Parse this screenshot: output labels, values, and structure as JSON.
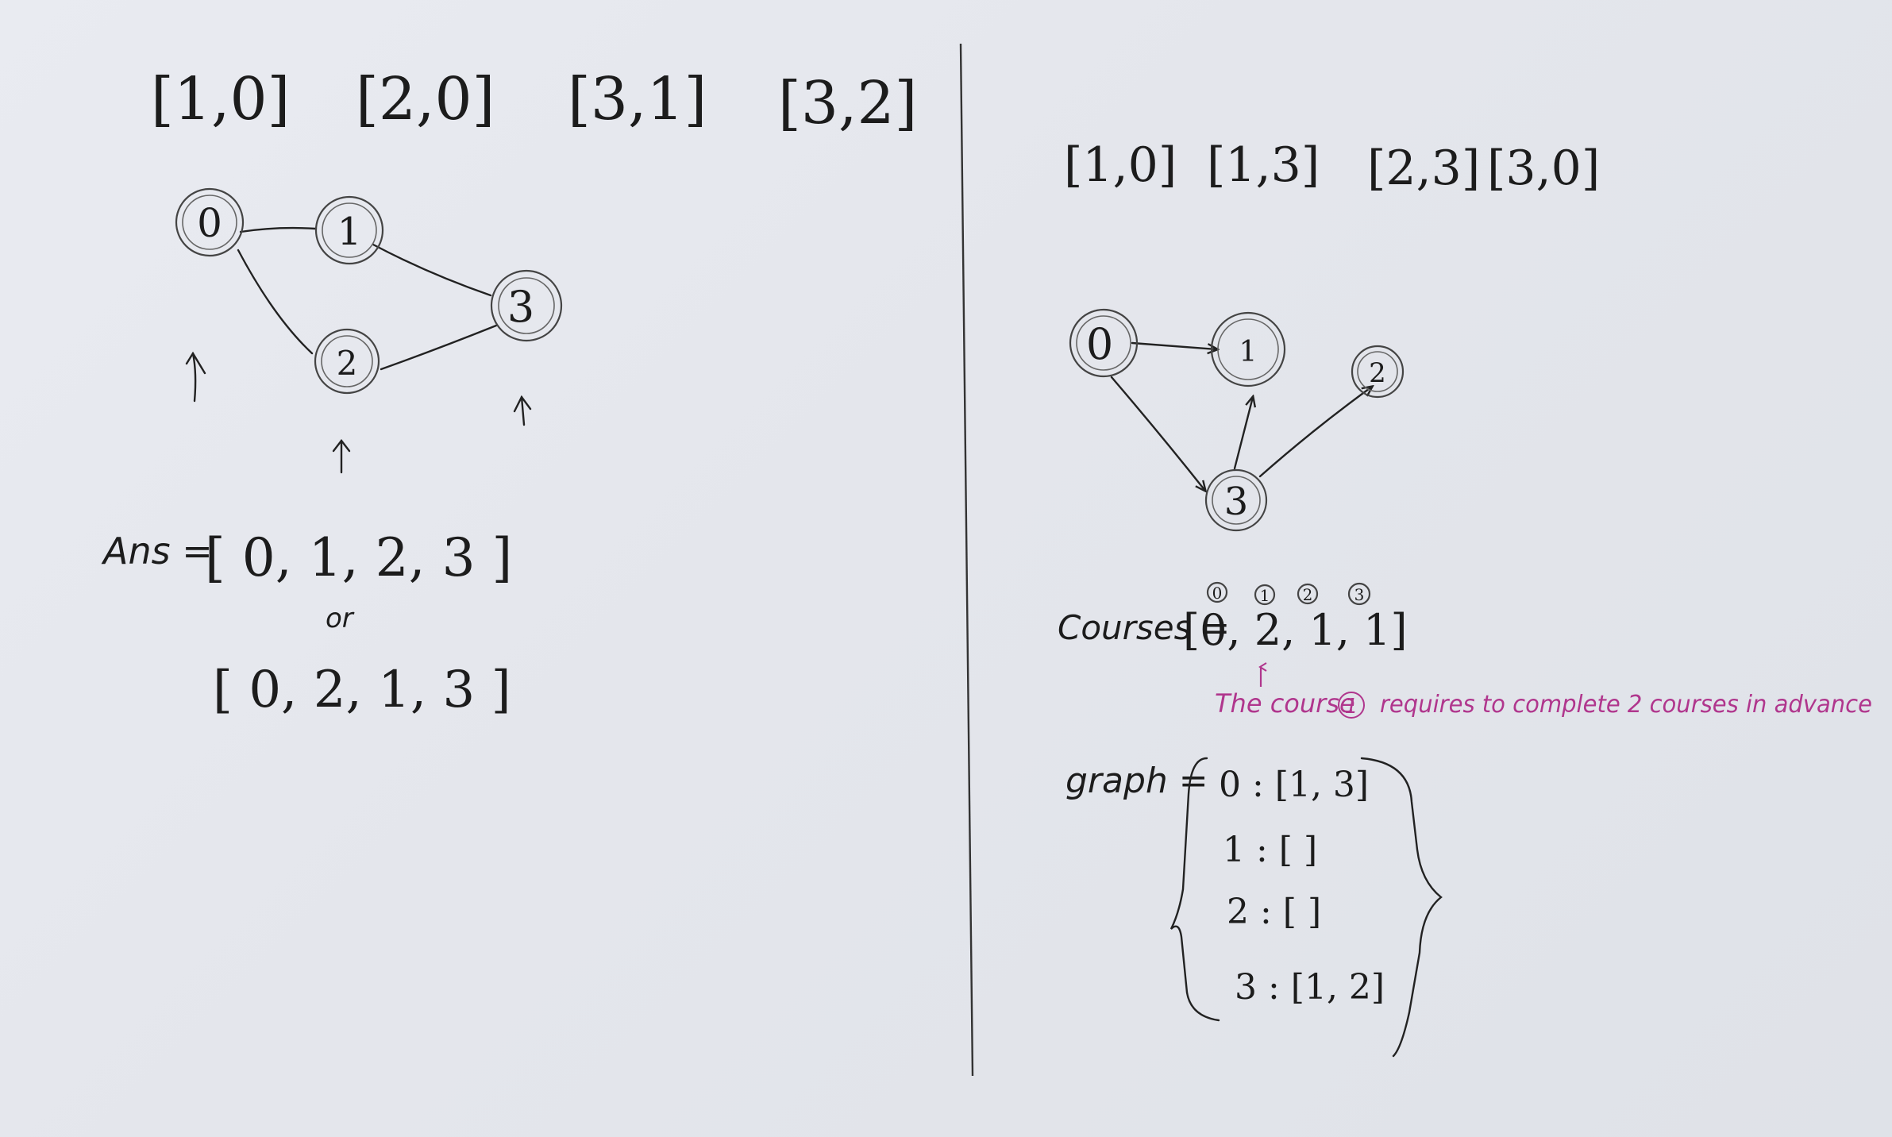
{
  "left": {
    "edges_text": [
      "[1,0]",
      "[2,0]",
      "[3,1]",
      "[3,2]"
    ],
    "graph": {
      "nodes": [
        "0",
        "1",
        "2",
        "3"
      ],
      "edges": [
        [
          "0",
          "1"
        ],
        [
          "0",
          "2"
        ],
        [
          "1",
          "3"
        ],
        [
          "2",
          "3"
        ]
      ]
    },
    "answer_label": "Ans =",
    "answer_1": "[ 0, 1, 2, 3 ]",
    "or_label": "or",
    "answer_2": "[ 0, 2, 1, 3 ]"
  },
  "right": {
    "edges_text": [
      "[1,0]",
      "[1,3]",
      "[2,3]",
      "[3,0]"
    ],
    "graph": {
      "nodes": [
        "0",
        "1",
        "2",
        "3"
      ],
      "edges": [
        [
          "0",
          "1"
        ],
        [
          "0",
          "3"
        ],
        [
          "3",
          "1"
        ],
        [
          "3",
          "2"
        ]
      ]
    },
    "course_indices": [
      "0",
      "1",
      "2",
      "3"
    ],
    "courses_label": "Courses =",
    "courses_value": "[0, 2, 1, 1]",
    "annotation_prefix": "The course",
    "annotation_course": "1",
    "annotation_suffix": "requires to complete 2 courses in advance",
    "graph_label": "graph =",
    "graph_rows": [
      "0 : [1, 3]",
      "1 : [ ]",
      "2 : [ ]",
      "3 : [1, 2]"
    ]
  },
  "colors": {
    "ink": "#1c1c1c",
    "annotation": "#b0368d",
    "board": "#e6e8ee"
  }
}
